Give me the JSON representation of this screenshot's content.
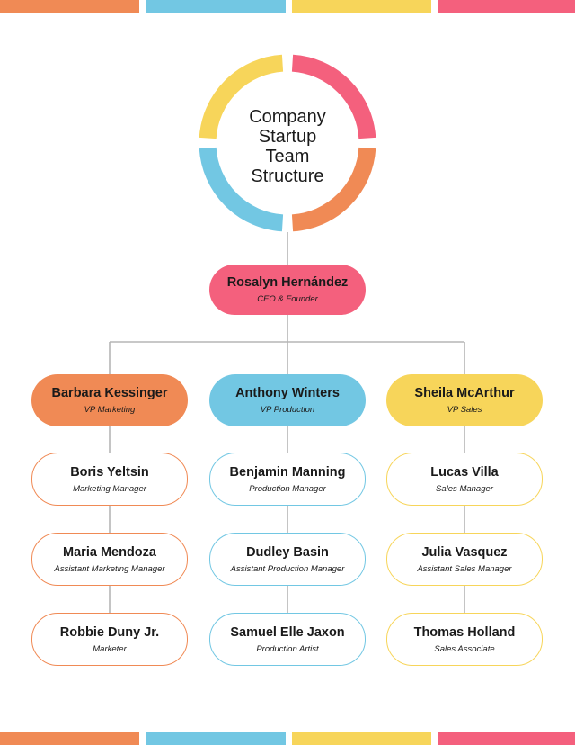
{
  "title": "Company\nStartup\nTeam\nStructure",
  "colors": {
    "orange": "#F08A55",
    "blue": "#72C7E3",
    "yellow": "#F7D55A",
    "pink": "#F4607D",
    "connector": "#B5B5B5"
  },
  "ceo": {
    "name": "Rosalyn Hernández",
    "role": "CEO & Founder"
  },
  "departments": [
    {
      "color": "orange",
      "vp": {
        "name": "Barbara Kessinger",
        "role": "VP Marketing"
      },
      "staff": [
        {
          "name": "Boris Yeltsin",
          "role": "Marketing Manager"
        },
        {
          "name": "Maria Mendoza",
          "role": "Assistant Marketing Manager"
        },
        {
          "name": "Robbie Duny Jr.",
          "role": "Marketer"
        }
      ]
    },
    {
      "color": "blue",
      "vp": {
        "name": "Anthony Winters",
        "role": "VP Production"
      },
      "staff": [
        {
          "name": "Benjamin Manning",
          "role": "Production Manager"
        },
        {
          "name": "Dudley Basin",
          "role": "Assistant Production Manager"
        },
        {
          "name": "Samuel Elle Jaxon",
          "role": "Production Artist"
        }
      ]
    },
    {
      "color": "yellow",
      "vp": {
        "name": "Sheila McArthur",
        "role": "VP Sales"
      },
      "staff": [
        {
          "name": "Lucas Villa",
          "role": "Sales Manager"
        },
        {
          "name": "Julia Vasquez",
          "role": "Assistant Sales Manager"
        },
        {
          "name": "Thomas Holland",
          "role": "Sales Associate"
        }
      ]
    }
  ]
}
